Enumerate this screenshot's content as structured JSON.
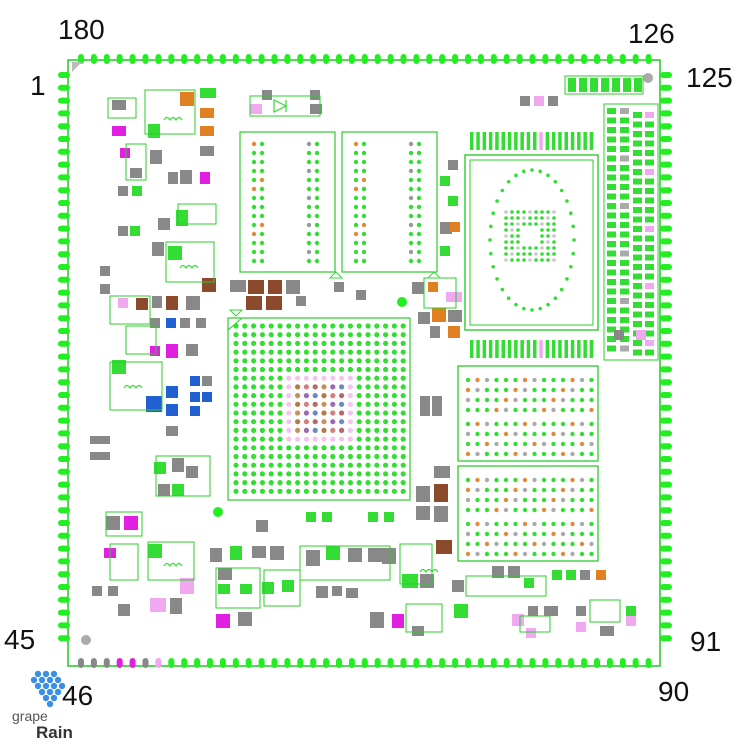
{
  "pin_labels": {
    "top_left": "180",
    "top_right": "126",
    "left_top": "1",
    "right_top": "125",
    "left_bottom": "45",
    "bottom_left": "46",
    "right_bottom": "91",
    "bottom_right": "90"
  },
  "logo": {
    "word_top": "grape",
    "word_bottom": "Rain"
  },
  "colors": {
    "board_outline": "#2ecc2e",
    "pad_green": "#33dd33",
    "pad_bright": "#22ee22",
    "grey": "#888888",
    "magenta": "#e020e0",
    "pink": "#f0a8f0",
    "orange": "#e08020",
    "brown": "#8b4a2b",
    "blue": "#2060d0",
    "logo_blue": "#3a8ee6"
  }
}
